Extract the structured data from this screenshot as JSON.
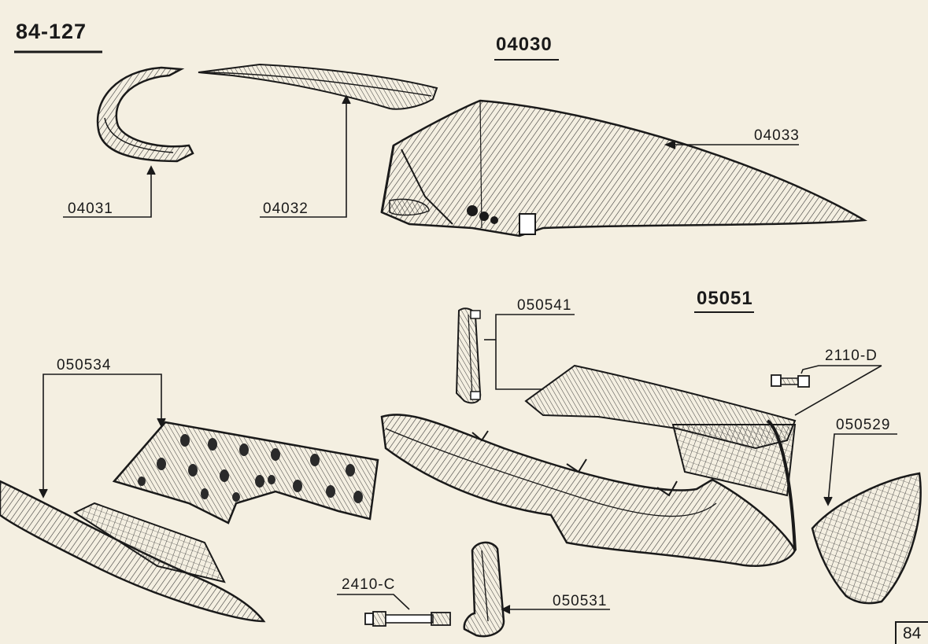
{
  "sheet": {
    "reference": "84-127",
    "page_number": "84"
  },
  "groups": {
    "g1": "04030",
    "g2": "05051"
  },
  "parts": {
    "p04031": "04031",
    "p04032": "04032",
    "p04033": "04033",
    "p050541": "050541",
    "p050534": "050534",
    "p2110d": "2110-D",
    "p050529": "050529",
    "p2410c": "2410-C",
    "p050531": "050531"
  },
  "colors": {
    "paper": "#f4efe1",
    "ink": "#1a1a1a"
  }
}
